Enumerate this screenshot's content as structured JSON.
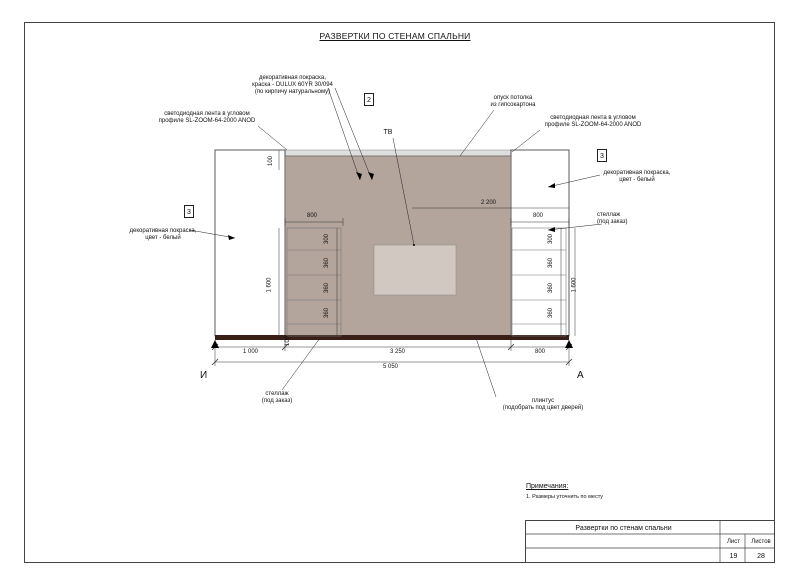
{
  "title": "РАЗВЕРТКИ ПО СТЕНАМ СПАЛЬНИ",
  "labels": {
    "decor_paint_main": [
      "декоративная покраска,",
      "краска - DULUX 60YR 30/094",
      "(по кирпичу натуральному)"
    ],
    "led_left": [
      "светодиодная лента в угловом",
      "профиле SL-ZOOM-64-2000 ANOD"
    ],
    "led_right": [
      "светодиодная лента в угловом",
      "профиле SL-ZOOM-64-2000 ANOD"
    ],
    "ceiling_drop": [
      "опуск потолка",
      "из гипсокартона"
    ],
    "tv": "ТВ",
    "decor_white_left": [
      "декоративная покраска,",
      "цвет - белый"
    ],
    "decor_white_right": [
      "декоративная покраска,",
      "цвет - белый"
    ],
    "shelf_right": [
      "стеллаж",
      "(под заказ)"
    ],
    "shelf_bottom": [
      "стеллаж",
      "(под заказ)"
    ],
    "plinth": [
      "плинтус",
      "(подобрать под цвет дверей)"
    ]
  },
  "tags": {
    "tag_main": "2",
    "tag_left": "3",
    "tag_right": "3"
  },
  "dimensions": {
    "ceiling_h": "100",
    "shelf_w_left": "800",
    "shelf_w_right": "800",
    "tv_offset": "2 200",
    "shelf_h_left": "1 600",
    "shelf_h_right": "1 600",
    "shelf_seg_1": "300",
    "shelf_seg_2": "360",
    "shelf_seg_3": "360",
    "shelf_seg_4": "360",
    "shelf_seg_r1": "300",
    "shelf_seg_r2": "360",
    "shelf_seg_r3": "360",
    "shelf_seg_r4": "360",
    "base_h": "100",
    "bottom_left": "1 000",
    "bottom_mid": "3 250",
    "bottom_right": "800",
    "bottom_total": "5 050"
  },
  "corners": {
    "left": "И",
    "right": "А"
  },
  "notes": {
    "heading": "Примечания:",
    "item1": "1. Размеры уточнить по месту"
  },
  "stamp": {
    "title": "Развертки по стенам спальни",
    "sheet_label": "Лист",
    "sheets_label": "Листов",
    "sheet": "19",
    "sheets": "28"
  },
  "colors": {
    "accent_wall": "#b3a49c",
    "tv": "#d2c8c2",
    "plinth": "#3a1f18",
    "ceiling": "#dedede"
  }
}
